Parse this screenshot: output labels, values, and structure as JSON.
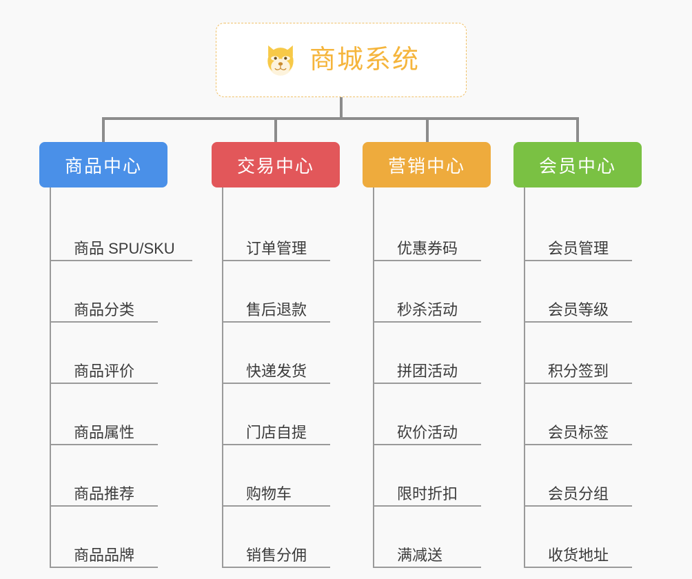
{
  "root": {
    "title": "商城系统",
    "icon": "shiba-dog-icon",
    "text_color": "#f5b53c",
    "border_color": "#f0c066"
  },
  "connector_color": "#8c8c8c",
  "background_color": "#f9f9f9",
  "columns": [
    {
      "id": "product-center",
      "title": "商品中心",
      "color": "#4a90e8",
      "items": [
        "商品 SPU/SKU",
        "商品分类",
        "商品评价",
        "商品属性",
        "商品推荐",
        "商品品牌"
      ]
    },
    {
      "id": "trade-center",
      "title": "交易中心",
      "color": "#e2575a",
      "items": [
        "订单管理",
        "售后退款",
        "快递发货",
        "门店自提",
        "购物车",
        "销售分佣"
      ]
    },
    {
      "id": "marketing-center",
      "title": "营销中心",
      "color": "#eeab3d",
      "items": [
        "优惠券码",
        "秒杀活动",
        "拼团活动",
        "砍价活动",
        "限时折扣",
        "满减送"
      ]
    },
    {
      "id": "member-center",
      "title": "会员中心",
      "color": "#7ac143",
      "items": [
        "会员管理",
        "会员等级",
        "积分签到",
        "会员标签",
        "会员分组",
        "收货地址"
      ]
    }
  ]
}
